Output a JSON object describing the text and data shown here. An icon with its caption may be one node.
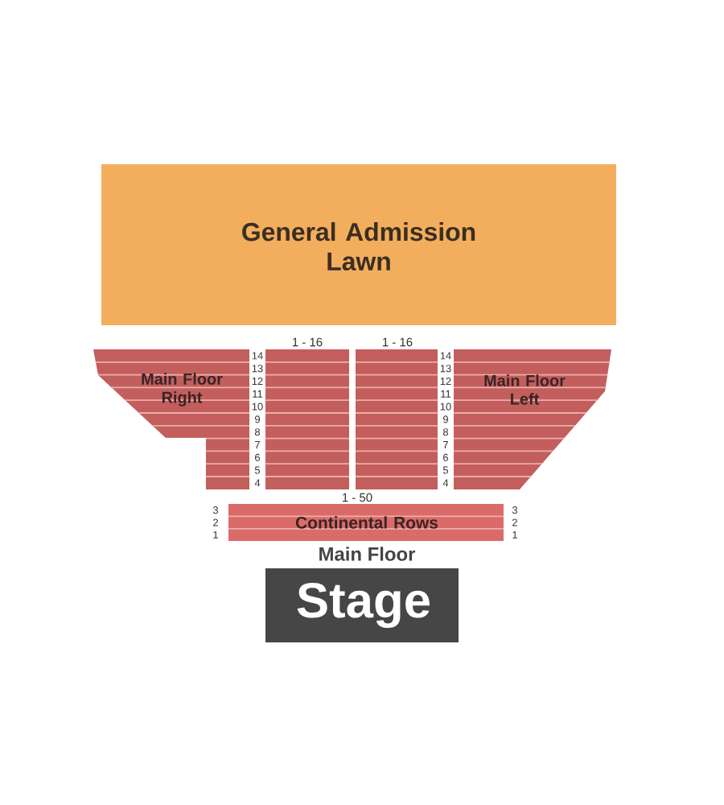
{
  "diagram": {
    "nodes": [
      {
        "text": [
          "General Admission Lawn"
        ]
      },
      {
        "text": [
          "Main Floor Right"
        ]
      },
      {
        "text": [],
        "shape": "box",
        "beside": [
          "1 - 16"
        ]
      },
      {
        "text": [],
        "shape": "box",
        "beside": [
          "1 - 16"
        ]
      },
      {
        "text": [
          "Main Floor Left"
        ]
      },
      {
        "text": [
          "Continental Rows"
        ],
        "beside": [
          "1 - 50",
          "3",
          "3",
          "2",
          "2",
          "1",
          "1"
        ]
      },
      {
        "text": [
          "Stage"
        ]
      }
    ],
    "labels": [
      "14",
      "14",
      "13",
      "13",
      "12",
      "12",
      "11",
      "11",
      "10",
      "10",
      "9",
      "9",
      "8",
      "8",
      "7",
      "7",
      "6",
      "6",
      "5",
      "5",
      "4",
      "4",
      "Main Floor"
    ]
  }
}
